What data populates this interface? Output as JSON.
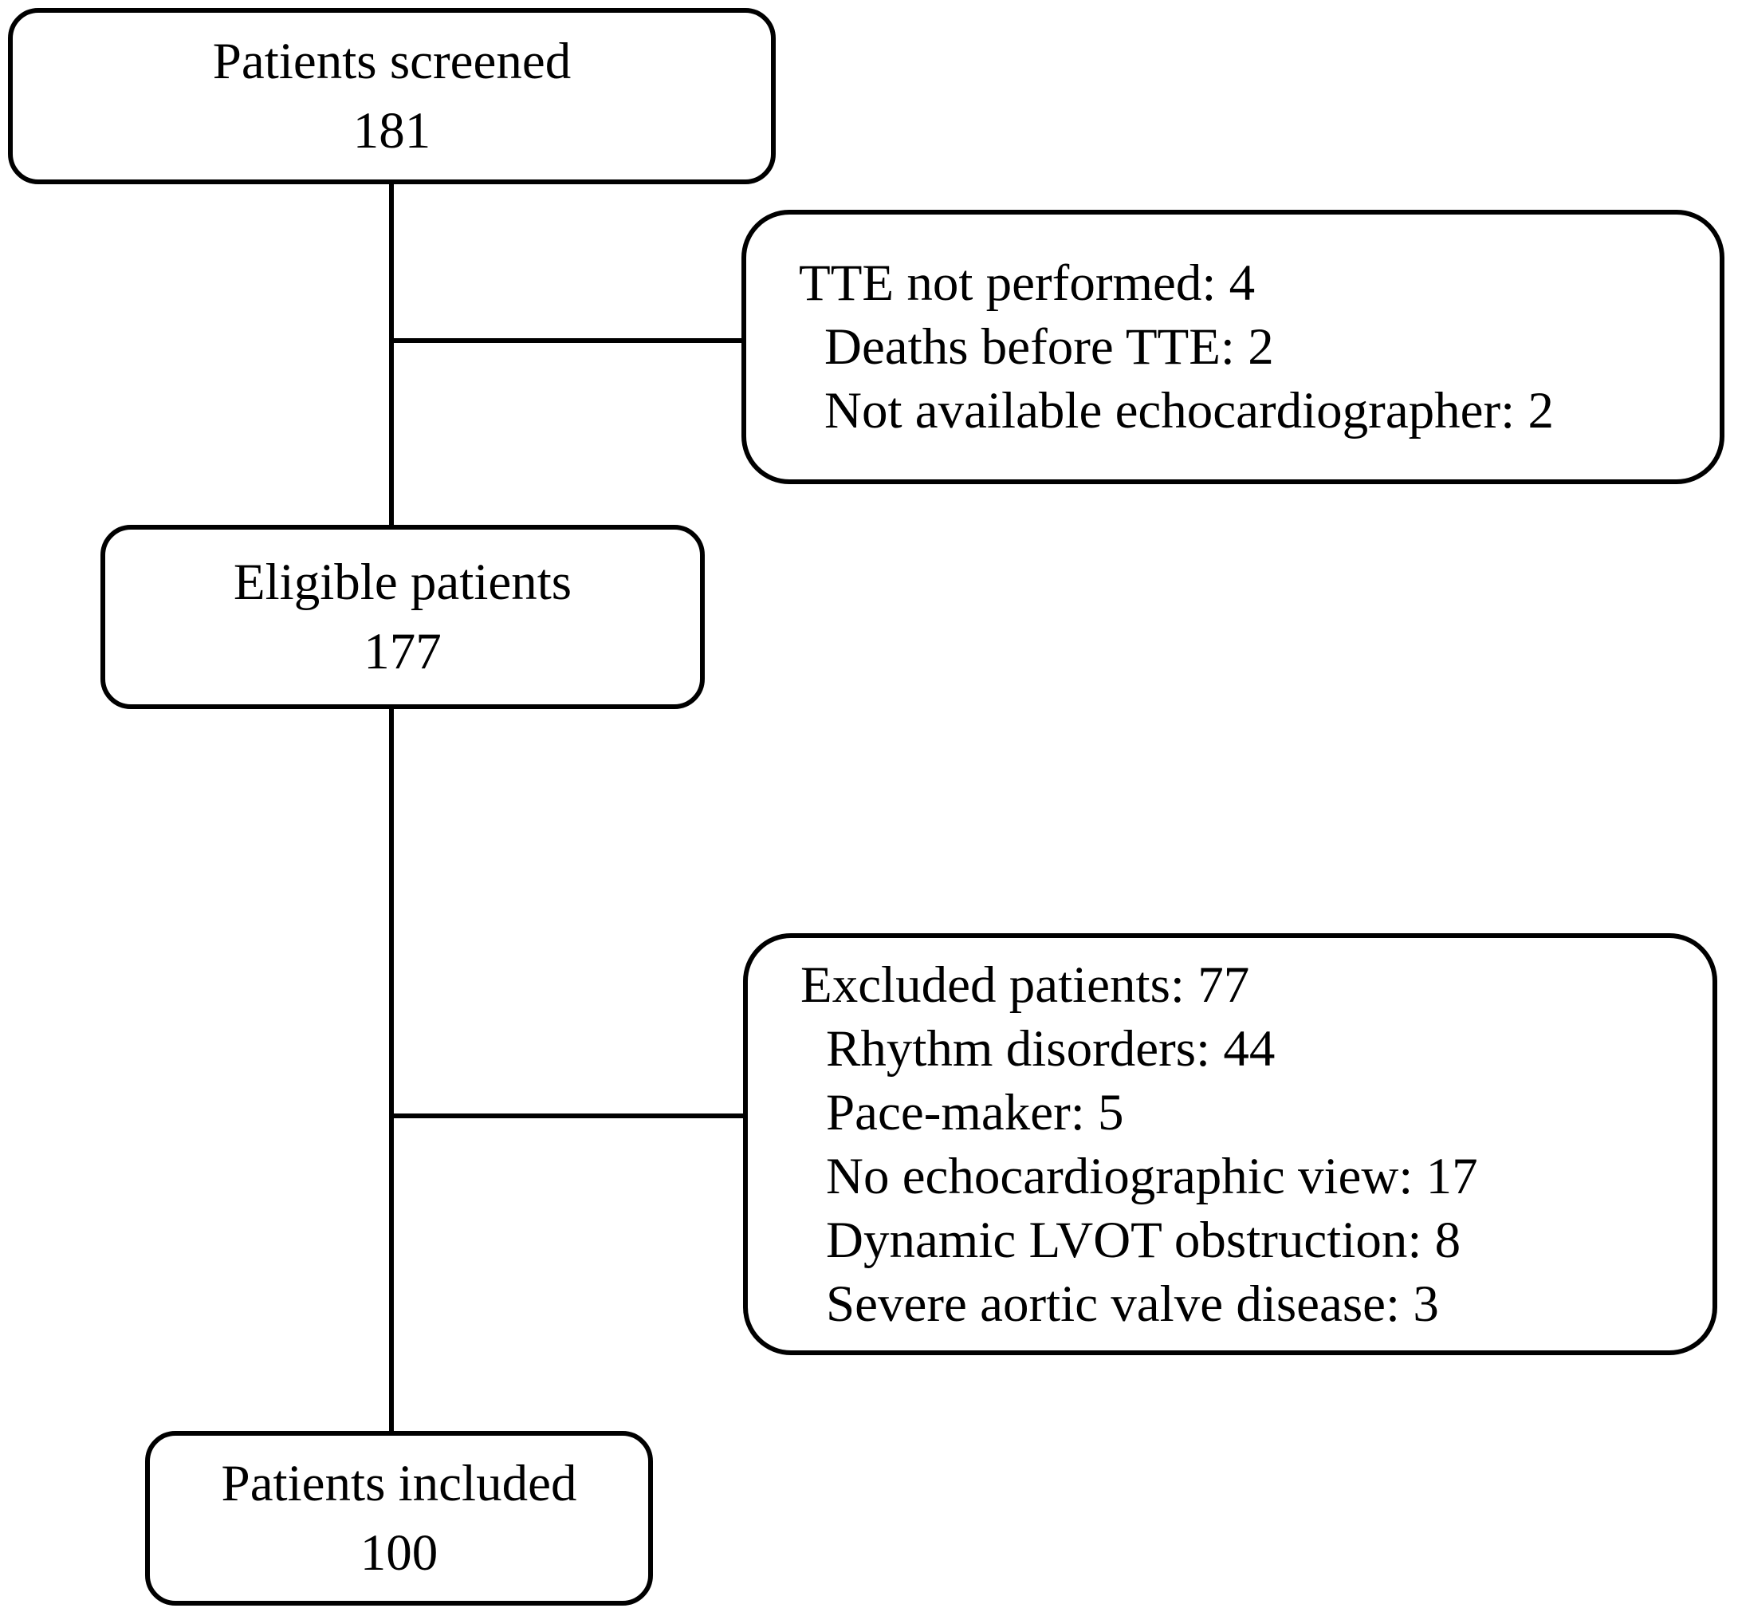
{
  "figure": {
    "type": "patient-flow-diagram",
    "background_color": "#ffffff",
    "line_color": "#000000"
  },
  "nodes": {
    "screened": {
      "label": "Patients screened",
      "value": "181"
    },
    "tte_not_performed": {
      "lines": [
        "TTE not performed: 4",
        "Deaths before TTE: 2",
        "Not available echocardiographer: 2"
      ]
    },
    "eligible": {
      "label": "Eligible patients",
      "value": "177"
    },
    "excluded": {
      "lines": [
        "Excluded patients: 77",
        "Rhythm disorders: 44",
        "Pace-maker: 5",
        "No echocardiographic view: 17",
        "Dynamic LVOT obstruction: 8",
        "Severe aortic valve disease: 3"
      ]
    },
    "included": {
      "label": "Patients included",
      "value": "100"
    }
  }
}
